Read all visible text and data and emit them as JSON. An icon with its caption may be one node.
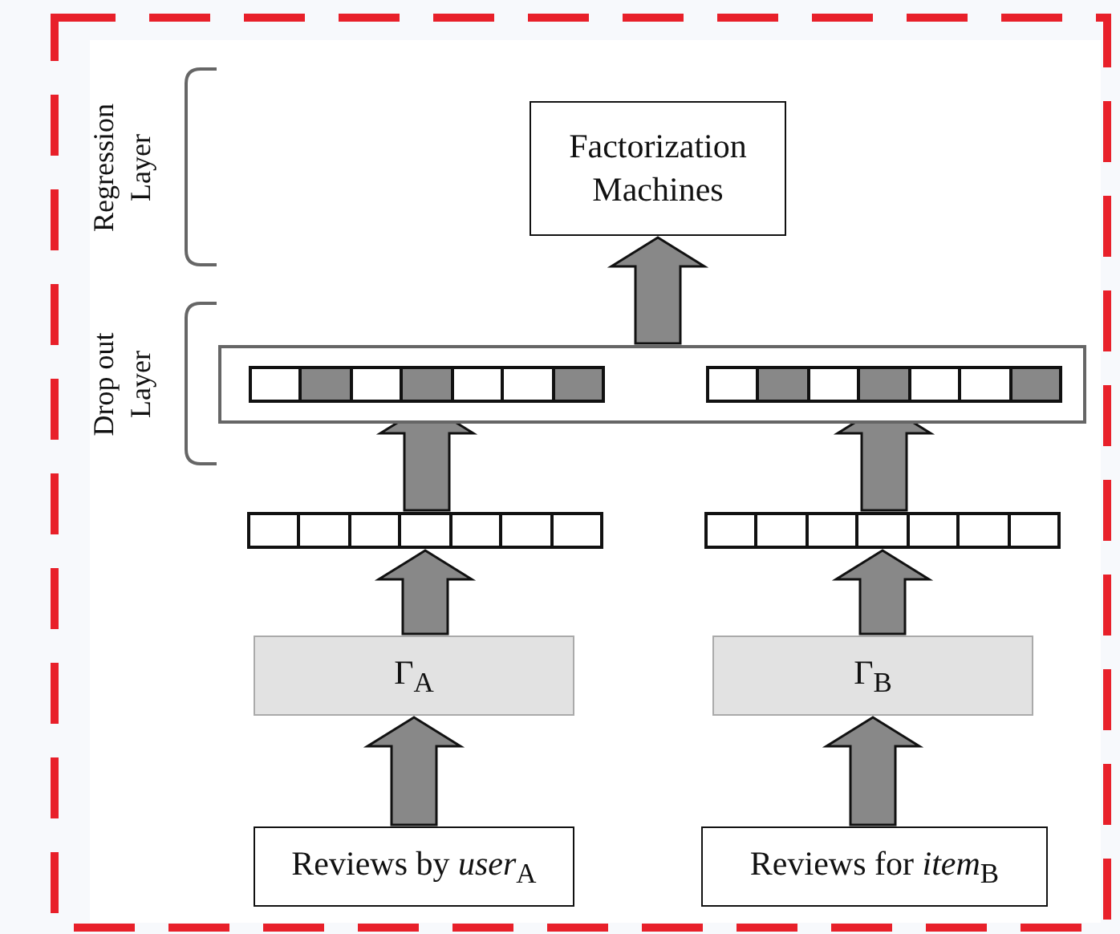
{
  "diagram": {
    "nodes": [
      {
        "text": [
          "Factorization Machines"
        ]
      },
      {
        "text": [],
        "shape": "box"
      },
      {
        "text": [],
        "shape": "bar",
        "in": 1
      },
      {
        "text": [],
        "shape": "bar",
        "in": 1
      },
      {
        "text": [],
        "shape": "bar"
      },
      {
        "text": [],
        "shape": "bar"
      },
      {
        "text": [
          "Γ$_{A}$"
        ]
      },
      {
        "text": [
          "Γ$_{B}$"
        ]
      },
      {
        "text": [
          "Reviews by *user*$_{A}$"
        ]
      },
      {
        "text": [
          "Reviews for *item*$_{B}$"
        ]
      }
    ],
    "edges": [
      {
        "from": 1,
        "to": 0,
        "arrow": "to"
      },
      {
        "from": 4,
        "to": 2,
        "arrow": "to"
      },
      {
        "from": 5,
        "to": 3,
        "arrow": "to"
      },
      {
        "from": 6,
        "to": 4,
        "arrow": "to"
      },
      {
        "from": 7,
        "to": 5,
        "arrow": "to"
      },
      {
        "from": 8,
        "to": 6,
        "arrow": "to"
      },
      {
        "from": 9,
        "to": 7,
        "arrow": "to"
      }
    ],
    "labels": [
      "Regression Layer",
      "Drop out Layer"
    ]
  }
}
